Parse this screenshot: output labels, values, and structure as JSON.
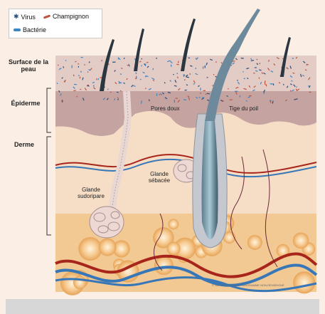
{
  "legend": {
    "virus": "Virus",
    "fungus": "Champignon",
    "bacteria": "Bactérie"
  },
  "side_labels": {
    "surface": "Surface de la peau",
    "epidermis": "Épiderme",
    "dermis": "Derme"
  },
  "labels": {
    "pores": "Pores doux",
    "hair_shaft": "Tige du poil",
    "sebaceous": "Glande sébacée",
    "sweat": "Glande sudoripare"
  },
  "credit": "© SANTÉ PUBLIQUE - DIAGRAMME NON-RENSEIGNÉ",
  "colors": {
    "background": "#fbeee4",
    "surface": "#e3cbc6",
    "epidermis_top": "#c4a3a0",
    "dermis": "#f6ddc6",
    "fat": "#f0b873",
    "vein_blue": "#3777b8",
    "artery_red": "#a7251b"
  }
}
